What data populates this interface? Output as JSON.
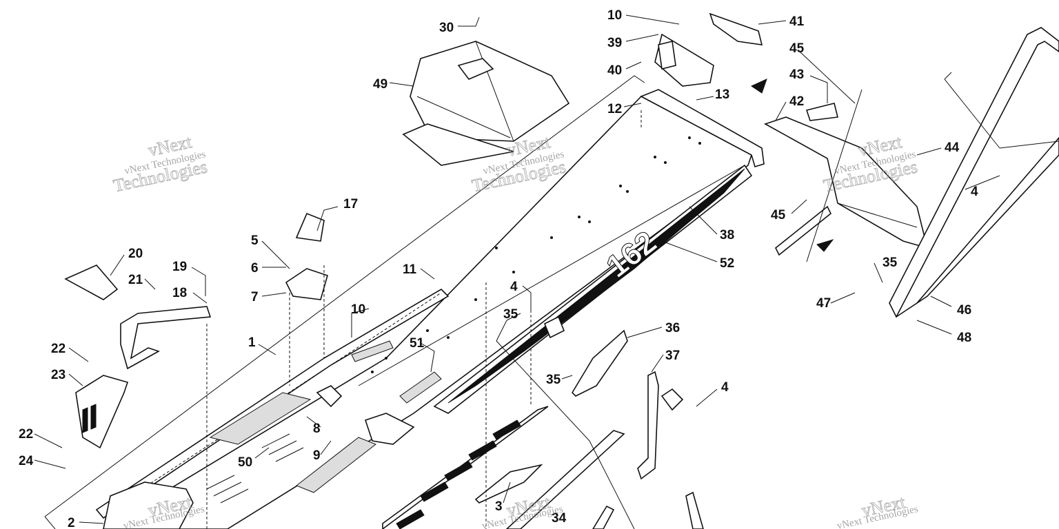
{
  "watermark": {
    "line1": "vNext",
    "line2": "Technologies",
    "full": "vNext Technologies"
  },
  "decal_text": "162",
  "callouts": [
    {
      "id": "c1",
      "text": "1"
    },
    {
      "id": "c2",
      "text": "2"
    },
    {
      "id": "c3",
      "text": "3"
    },
    {
      "id": "c4a",
      "text": "4"
    },
    {
      "id": "c4b",
      "text": "4"
    },
    {
      "id": "c4c",
      "text": "4"
    },
    {
      "id": "c5",
      "text": "5"
    },
    {
      "id": "c6",
      "text": "6"
    },
    {
      "id": "c7",
      "text": "7"
    },
    {
      "id": "c8",
      "text": "8"
    },
    {
      "id": "c9",
      "text": "9"
    },
    {
      "id": "c10a",
      "text": "10"
    },
    {
      "id": "c10b",
      "text": "10"
    },
    {
      "id": "c11",
      "text": "11"
    },
    {
      "id": "c12",
      "text": "12"
    },
    {
      "id": "c13",
      "text": "13"
    },
    {
      "id": "c17",
      "text": "17"
    },
    {
      "id": "c18",
      "text": "18"
    },
    {
      "id": "c19",
      "text": "19"
    },
    {
      "id": "c20",
      "text": "20"
    },
    {
      "id": "c21",
      "text": "21"
    },
    {
      "id": "c22a",
      "text": "22"
    },
    {
      "id": "c22b",
      "text": "22"
    },
    {
      "id": "c23",
      "text": "23"
    },
    {
      "id": "c24",
      "text": "24"
    },
    {
      "id": "c30",
      "text": "30"
    },
    {
      "id": "c34",
      "text": "34"
    },
    {
      "id": "c35a",
      "text": "35"
    },
    {
      "id": "c35b",
      "text": "35"
    },
    {
      "id": "c35c",
      "text": "35"
    },
    {
      "id": "c36",
      "text": "36"
    },
    {
      "id": "c37",
      "text": "37"
    },
    {
      "id": "c38",
      "text": "38"
    },
    {
      "id": "c39",
      "text": "39"
    },
    {
      "id": "c40",
      "text": "40"
    },
    {
      "id": "c41",
      "text": "41"
    },
    {
      "id": "c42",
      "text": "42"
    },
    {
      "id": "c43",
      "text": "43"
    },
    {
      "id": "c44",
      "text": "44"
    },
    {
      "id": "c45a",
      "text": "45"
    },
    {
      "id": "c45b",
      "text": "45"
    },
    {
      "id": "c46",
      "text": "46"
    },
    {
      "id": "c47",
      "text": "47"
    },
    {
      "id": "c48",
      "text": "48"
    },
    {
      "id": "c49",
      "text": "49"
    },
    {
      "id": "c50",
      "text": "50"
    },
    {
      "id": "c51",
      "text": "51"
    },
    {
      "id": "c52",
      "text": "52"
    }
  ]
}
